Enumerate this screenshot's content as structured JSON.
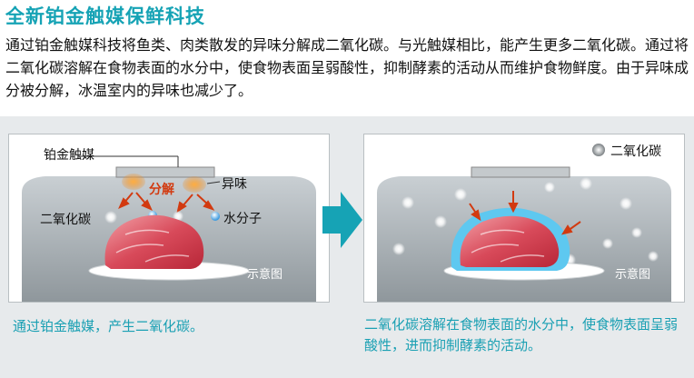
{
  "header": {
    "title": "全新铂金触媒保鲜科技",
    "intro": "通过铂金触媒科技将鱼类、肉类散发的异味分解成二氧化碳。与光触媒相比，能产生更多二氧化碳。通过将二氧化碳溶解在食物表面的水分中，使食物表面呈弱酸性，抑制酵素的活动从而维护食物鲜度。由于异味成分被分解，冰温室内的异味也减少了。"
  },
  "left_panel": {
    "label_catalyst": "铂金触媒",
    "label_decompose": "分解",
    "label_odor": "异味",
    "label_co2": "二氧化碳",
    "label_water": "水分子",
    "label_schematic": "示意图",
    "caption": "通过铂金触媒，产生二氧化碳。"
  },
  "right_panel": {
    "legend_co2": "二氧化碳",
    "label_schematic": "示意图",
    "caption": "二氧化碳溶解在食物表面的水分中，使食物表面呈弱酸性，进而抑制酵素的活动。"
  },
  "colors": {
    "accent": "#16a3b5",
    "odor_orange": "#f08a1c",
    "decompose_red": "#d23a10",
    "water_blue": "#3d9be0",
    "moisture_layer": "#5ec8f0"
  }
}
